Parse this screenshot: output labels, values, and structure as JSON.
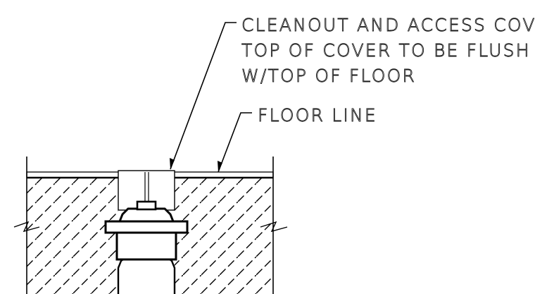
{
  "callouts": {
    "cleanout": {
      "lines": [
        "CLEANOUT AND ACCESS COVER",
        "TOP OF COVER TO BE FLUSH",
        "W/TOP OF FLOOR"
      ]
    },
    "floor": {
      "lines": [
        "FLOOR LINE"
      ]
    }
  }
}
